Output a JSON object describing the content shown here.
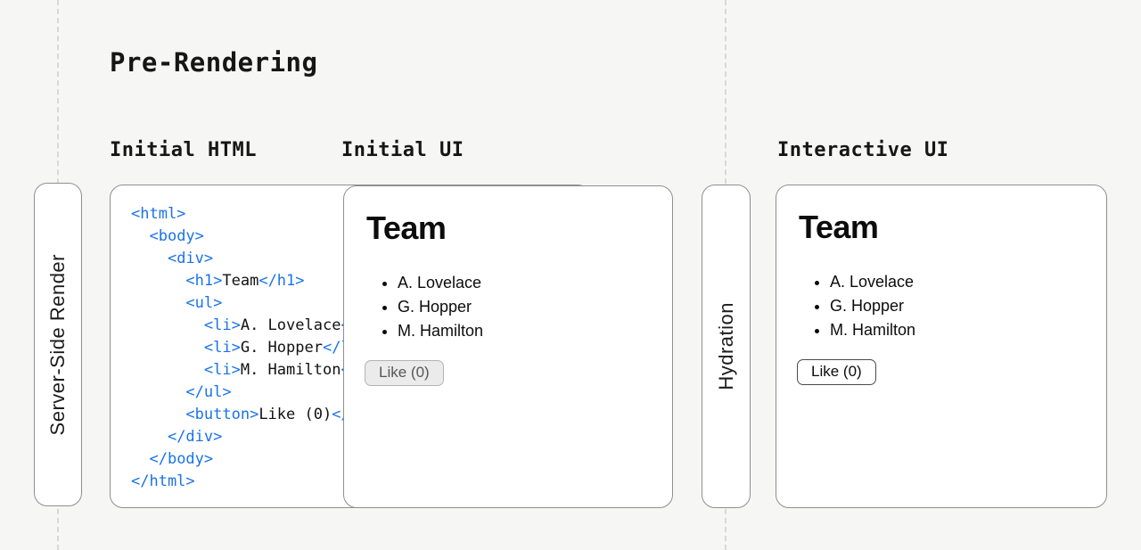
{
  "title": "Pre-Rendering",
  "labels": {
    "initial_html": "Initial HTML",
    "initial_ui": "Initial UI",
    "interactive_ui": "Interactive UI"
  },
  "pills": {
    "server_side_render": "Server-Side Render",
    "hydration": "Hydration"
  },
  "code": {
    "lines": [
      [
        {
          "type": "tag",
          "value": "<html>"
        }
      ],
      [
        {
          "type": "txt",
          "value": "  "
        },
        {
          "type": "tag",
          "value": "<body>"
        }
      ],
      [
        {
          "type": "txt",
          "value": "    "
        },
        {
          "type": "tag",
          "value": "<div>"
        }
      ],
      [
        {
          "type": "txt",
          "value": "      "
        },
        {
          "type": "tag",
          "value": "<h1>"
        },
        {
          "type": "txt",
          "value": "Team"
        },
        {
          "type": "tag",
          "value": "</h1>"
        }
      ],
      [
        {
          "type": "txt",
          "value": "      "
        },
        {
          "type": "tag",
          "value": "<ul>"
        }
      ],
      [
        {
          "type": "txt",
          "value": "        "
        },
        {
          "type": "tag",
          "value": "<li>"
        },
        {
          "type": "txt",
          "value": "A. Lovelace"
        },
        {
          "type": "tag",
          "value": "</li>"
        }
      ],
      [
        {
          "type": "txt",
          "value": "        "
        },
        {
          "type": "tag",
          "value": "<li>"
        },
        {
          "type": "txt",
          "value": "G. Hopper"
        },
        {
          "type": "tag",
          "value": "</li>"
        }
      ],
      [
        {
          "type": "txt",
          "value": "        "
        },
        {
          "type": "tag",
          "value": "<li>"
        },
        {
          "type": "txt",
          "value": "M. Hamilton"
        },
        {
          "type": "tag",
          "value": "</li>"
        }
      ],
      [
        {
          "type": "txt",
          "value": "      "
        },
        {
          "type": "tag",
          "value": "</ul>"
        }
      ],
      [
        {
          "type": "txt",
          "value": "      "
        },
        {
          "type": "tag",
          "value": "<button>"
        },
        {
          "type": "txt",
          "value": "Like (0)"
        },
        {
          "type": "tag",
          "value": "</button>"
        }
      ],
      [
        {
          "type": "txt",
          "value": "    "
        },
        {
          "type": "tag",
          "value": "</div>"
        }
      ],
      [
        {
          "type": "txt",
          "value": "  "
        },
        {
          "type": "tag",
          "value": "</body>"
        }
      ],
      [
        {
          "type": "tag",
          "value": "</html>"
        }
      ]
    ]
  },
  "ui_panels": {
    "initial": {
      "heading": "Team",
      "members": [
        "A. Lovelace",
        "G. Hopper",
        "M. Hamilton"
      ],
      "like_button": "Like (0)",
      "state": "static"
    },
    "interactive": {
      "heading": "Team",
      "members": [
        "A. Lovelace",
        "G. Hopper",
        "M. Hamilton"
      ],
      "like_button": "Like (0)",
      "state": "interactive"
    }
  },
  "colors": {
    "bg": "#f6f6f4",
    "panel_border": "#8f8f8f",
    "dashed_line": "#d8d8d8",
    "text": "#111111",
    "code_tag_blue": "#1a73e8",
    "disabled_btn_bg": "#ebebeb",
    "disabled_btn_border": "#b3b3b3",
    "disabled_btn_text": "#565656",
    "active_btn_border": "#4a4a4a"
  }
}
